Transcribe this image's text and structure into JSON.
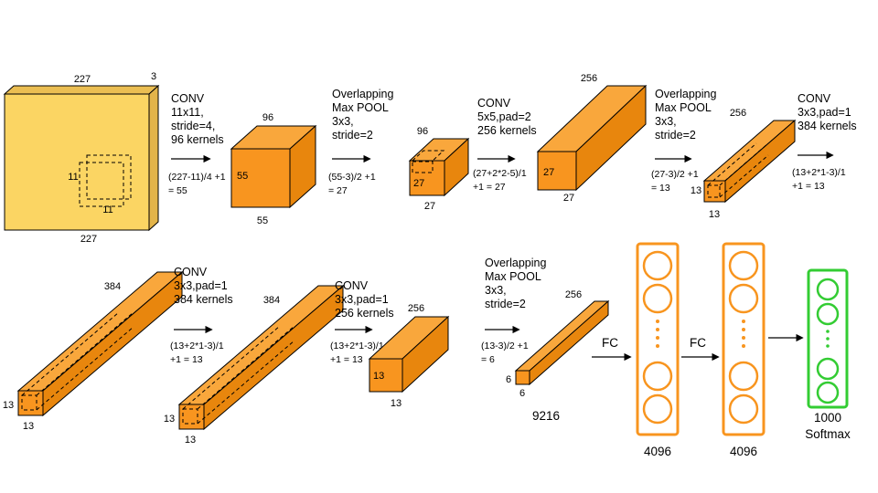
{
  "colors": {
    "input_front": "#FBD563",
    "input_top": "#EBBE52",
    "input_side": "#E3B44A",
    "box_top": "#F9A73C",
    "box_front": "#F8951F",
    "box_side": "#E8860D",
    "fc_stroke": "#F8951F",
    "out_stroke": "#33CC33"
  },
  "input": {
    "top_label": "227",
    "depth_label": "3",
    "bottom_label": "227",
    "kernel_h_label": "11",
    "kernel_w_label": "11"
  },
  "ops": [
    {
      "id": "conv1",
      "lines": [
        "CONV",
        "11x11,",
        "stride=4,",
        "96 kernels"
      ],
      "formula": [
        "(227-11)/4 +1",
        "= 55"
      ]
    },
    {
      "id": "pool1",
      "lines": [
        "Overlapping",
        "Max POOL",
        "3x3,",
        "stride=2"
      ],
      "formula": [
        "(55-3)/2 +1",
        "= 27"
      ]
    },
    {
      "id": "conv2",
      "lines": [
        "CONV",
        "5x5,pad=2",
        "256 kernels"
      ],
      "formula": [
        "(27+2*2-5)/1",
        "+1 = 27"
      ]
    },
    {
      "id": "pool2",
      "lines": [
        "Overlapping",
        "Max POOL",
        "3x3,",
        "stride=2"
      ],
      "formula": [
        "(27-3)/2 +1",
        "= 13"
      ]
    },
    {
      "id": "conv3",
      "lines": [
        "CONV",
        "3x3,pad=1",
        "384 kernels"
      ],
      "formula": [
        "(13+2*1-3)/1",
        "+1 = 13"
      ]
    },
    {
      "id": "conv4",
      "lines": [
        "CONV",
        "3x3,pad=1",
        "384 kernels"
      ],
      "formula": [
        "(13+2*1-3)/1",
        "+1 = 13"
      ]
    },
    {
      "id": "conv5",
      "lines": [
        "CONV",
        "3x3,pad=1",
        "256 kernels"
      ],
      "formula": [
        "(13+2*1-3)/1",
        "+1 = 13"
      ]
    },
    {
      "id": "pool3",
      "lines": [
        "Overlapping",
        "Max POOL",
        "3x3,",
        "stride=2"
      ],
      "formula": [
        "(13-3)/2 +1",
        "= 6"
      ]
    }
  ],
  "tensors": [
    {
      "id": "conv1-out",
      "depth": "96",
      "height": "55",
      "width": "55"
    },
    {
      "id": "pool1-out",
      "depth": "96",
      "height": "27",
      "width": "27"
    },
    {
      "id": "conv2-out",
      "depth": "256",
      "height": "27",
      "width": "27"
    },
    {
      "id": "pool2-out",
      "depth": "256",
      "height": "13",
      "width": "13"
    },
    {
      "id": "conv3-out",
      "depth": "384",
      "height": "13",
      "width": "13"
    },
    {
      "id": "conv4-out",
      "depth": "384",
      "height": "13",
      "width": "13"
    },
    {
      "id": "conv5-out",
      "depth": "256",
      "height": "13",
      "width": "13"
    },
    {
      "id": "pool3-out",
      "depth": "256",
      "height": "6",
      "width": "6"
    }
  ],
  "flatten_label": "9216",
  "fc_layers": [
    {
      "arrow_label": "FC",
      "units": "4096"
    },
    {
      "arrow_label": "FC",
      "units": "4096"
    }
  ],
  "output": {
    "units": "1000",
    "activation": "Softmax"
  }
}
